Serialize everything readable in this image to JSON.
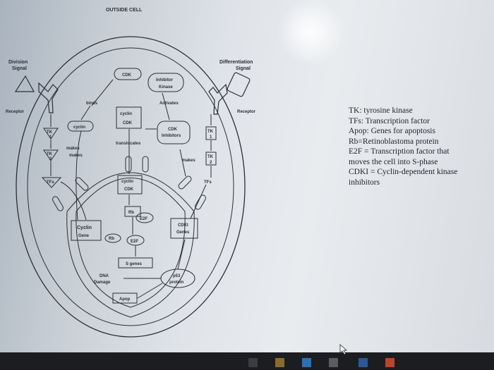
{
  "diagram": {
    "outside_cell": "OUTSIDE CELL",
    "division_signal_1": "Division",
    "division_signal_2": "Signal",
    "differentiation_signal_1": "Differentiation",
    "differentiation_signal_2": "Signal",
    "receptor_left": "Receptor",
    "receptor_right": "Receptor",
    "cdk_top": "CDK",
    "inhibitor": "Inhibitor",
    "kinase": "Kinase",
    "binds": "binds",
    "activates": "Activates",
    "cyclin_center": "cyclin",
    "cdk_center": "CDK",
    "cyclin_left": "cyclin",
    "cdk_inhibitors_1": "CDK",
    "cdk_inhibitors_2": "Inhibitors",
    "tk_left_1": "TK",
    "tk_left_1_num": "1",
    "tk_left_2": "TK",
    "tk_left_2_num": "2",
    "makes_left": "makes",
    "makes_left_2": "makes",
    "translocates": "translocates",
    "tk_right_1": "TK",
    "tk_right_1_num": "1",
    "tk_right_2": "TK",
    "tk_right_2_num": "2",
    "makes_right": "makes",
    "tfs_left": "TFs",
    "tfs_right": "TFs",
    "cyclin_nuclear": "cyclin",
    "cdk_nuclear": "CDK",
    "rb_top": "Rb",
    "e2f_bound": "E2F",
    "cyclin_gene_1": "Cyclin",
    "cyclin_gene_2": "Gene",
    "rb_free": "Rb",
    "e2f_free": "E2F",
    "cdki_genes_1": "CDKI",
    "cdki_genes_2": "Genes",
    "s_genes": "S genes",
    "dna_1": "DNA",
    "dna_2": "Damage",
    "p53": "p53",
    "p53_protein": "protein",
    "apop": "Apop"
  },
  "legend": [
    "TK: tyrosine kinase",
    "TFs: Transcription factor",
    "Apop: Genes for apoptosis",
    "Rb=Retinoblastoma protein",
    "E2F = Transcription factor that",
    "moves the cell into S-phase",
    "CDKI = Cyclin-dependent kinase",
    "inhibitors"
  ]
}
